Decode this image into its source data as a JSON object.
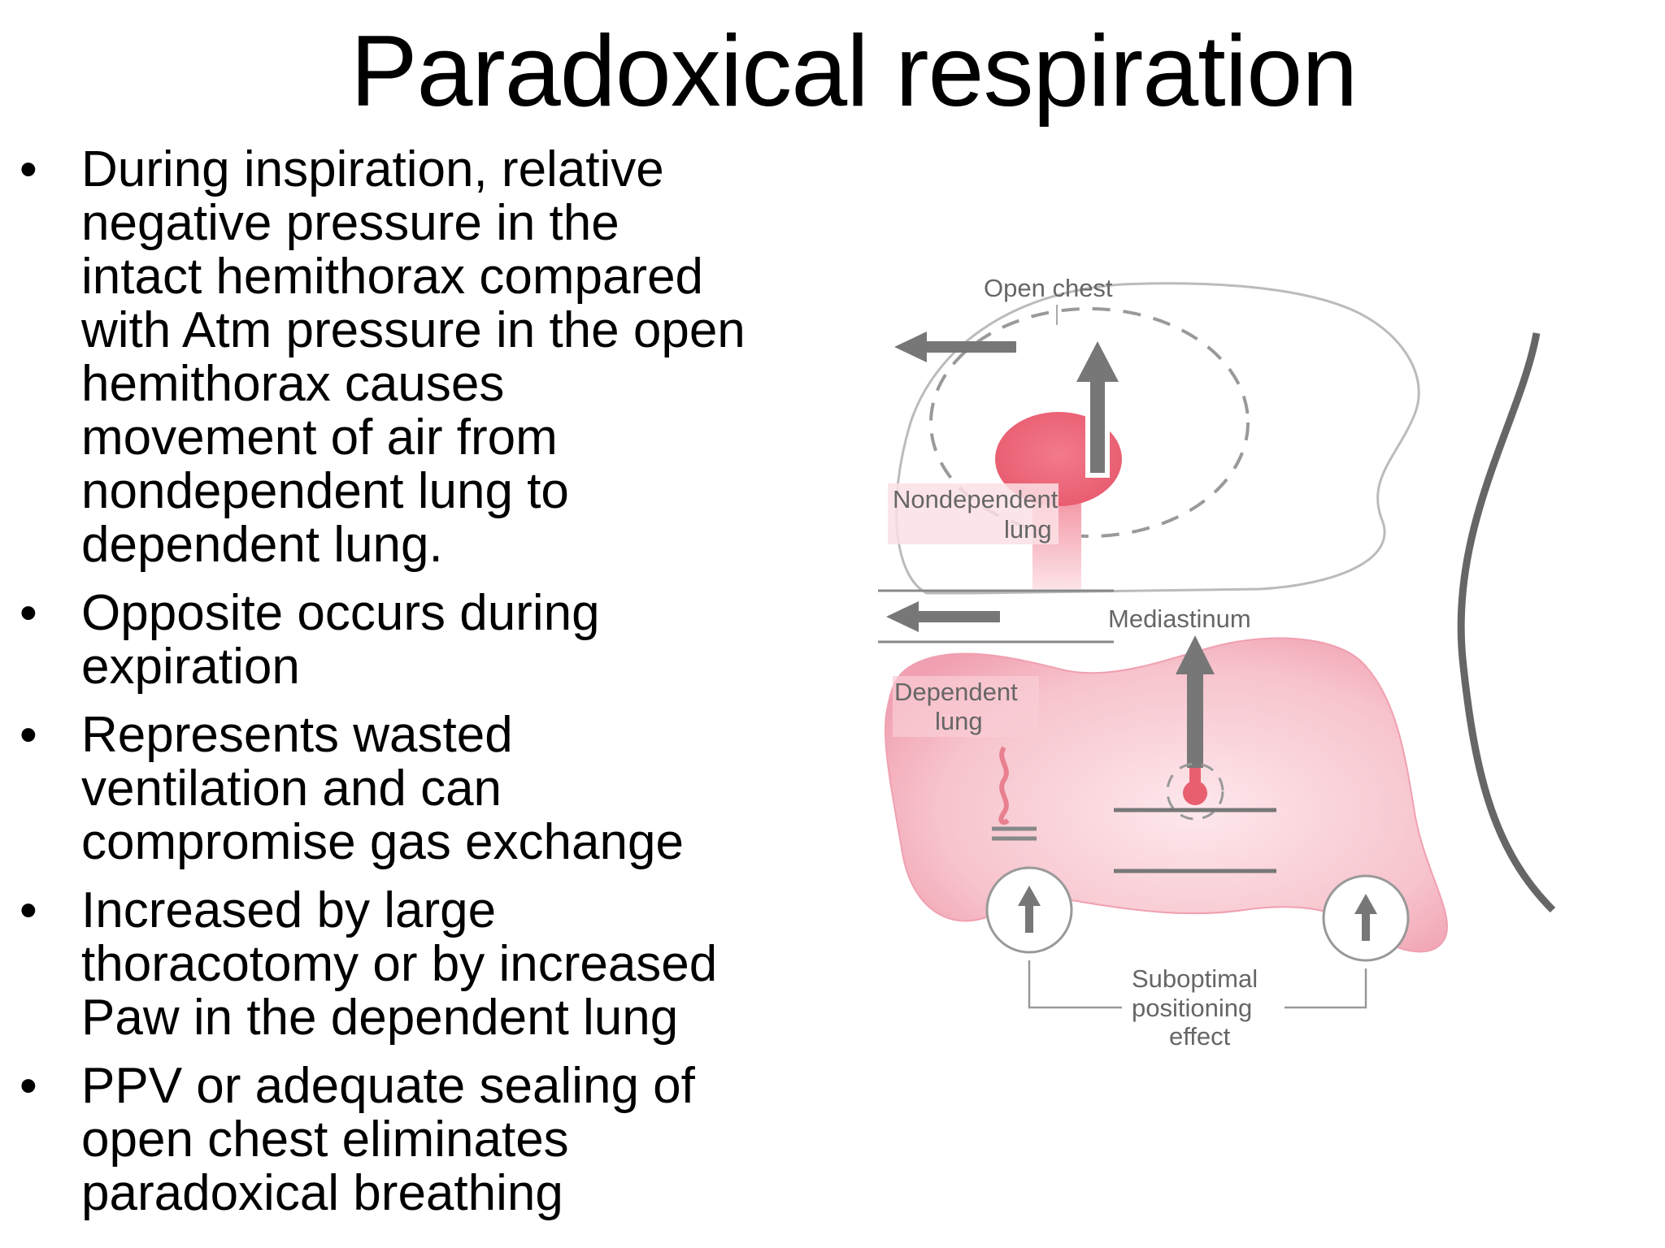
{
  "title": "Paradoxical respiration",
  "bullets": [
    {
      "lines": [
        "During inspiration, relative",
        "negative pressure in the",
        "intact hemithorax compared",
        "with Atm pressure in the open",
        "hemithorax causes",
        "movement of air from",
        "nondependent lung to",
        "dependent lung."
      ]
    },
    {
      "lines": [
        "Opposite occurs during",
        "expiration"
      ]
    },
    {
      "lines": [
        "Represents wasted",
        "ventilation and can",
        "compromise gas exchange"
      ]
    },
    {
      "lines": [
        "Increased by large",
        "thoracotomy or by increased",
        "Paw in the dependent lung"
      ]
    },
    {
      "lines": [
        "PPV or adequate sealing of",
        "open chest eliminates",
        "paradoxical breathing"
      ]
    }
  ],
  "bullet_symbol": "•",
  "diagram": {
    "label_open_chest": "Open chest",
    "label_nondependent_line1": "Nondependent",
    "label_nondependent_line2": "lung",
    "label_mediastinum": "Mediastinum",
    "label_dependent_line1": "Dependent",
    "label_dependent_line2": "lung",
    "label_suboptimal_line1": "Suboptimal",
    "label_suboptimal_line2": "positioning",
    "label_suboptimal_line3": "effect",
    "colors": {
      "lung_fill": "#f4a5b2",
      "lung_fill_light": "#fbe0e5",
      "lung_core": "#e8606f",
      "arrow": "#777777",
      "outline": "#bbbbbb"
    }
  }
}
